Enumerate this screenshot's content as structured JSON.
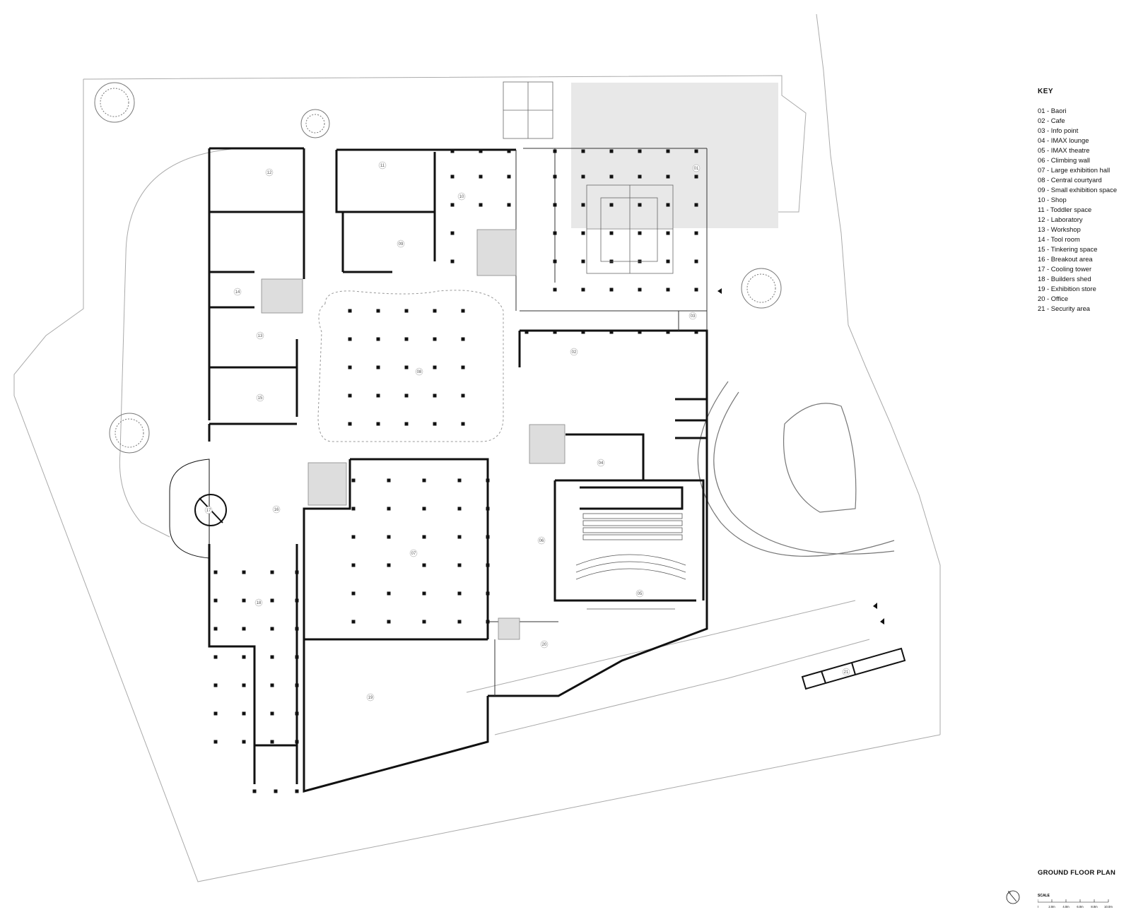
{
  "key": {
    "title": "KEY",
    "items": [
      "01 - Baori",
      "02 - Cafe",
      "03 - Info point",
      "04 - IMAX lounge",
      "05 - IMAX theatre",
      "06 - Climbing wall",
      "07 - Large exhibition hall",
      "08 - Central courtyard",
      "09 - Small exhibition space",
      "10 - Shop",
      "11 - Toddler space",
      "12 - Laboratory",
      "13 - Workshop",
      "14 - Tool room",
      "15 - Tinkering space",
      "16 - Breakout area",
      "17 - Cooling tower",
      "18 - Builders shed",
      "19 - Exhibition store",
      "20 - Office",
      "21 - Security area"
    ]
  },
  "plan_title": "GROUND FLOOR PLAN",
  "north_label": "N",
  "scale": {
    "label": "SCALE",
    "ticks": [
      "0",
      "2.0m",
      "4.0m",
      "6.0m",
      "8.0m",
      "10.0m"
    ]
  },
  "room_tags": [
    "01",
    "02",
    "03",
    "04",
    "05",
    "06",
    "07",
    "08",
    "09",
    "10",
    "11",
    "12",
    "13",
    "14",
    "15",
    "16",
    "17",
    "18",
    "19",
    "20",
    "21"
  ]
}
